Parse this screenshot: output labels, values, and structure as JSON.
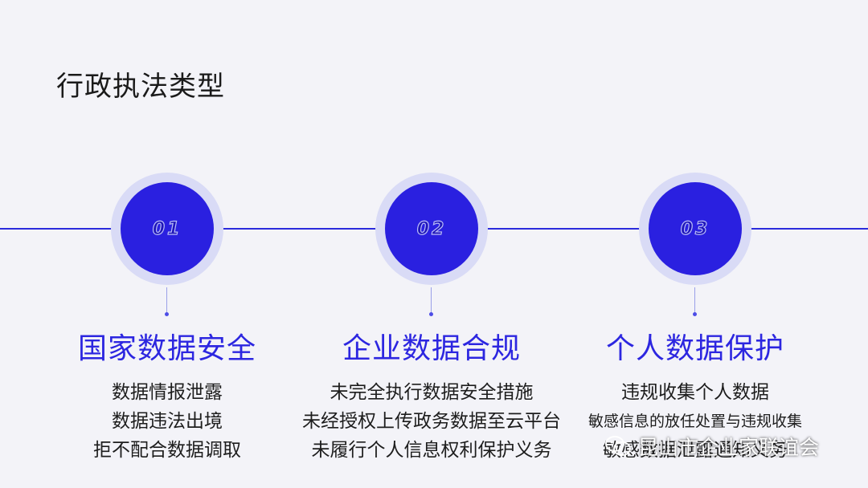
{
  "title": "行政执法类型",
  "nodes": [
    {
      "num": "01",
      "title": "国家数据安全",
      "items": [
        "数据情报泄露",
        "数据违法出境",
        "拒不配合数据调取"
      ]
    },
    {
      "num": "02",
      "title": "企业数据合规",
      "items": [
        "未完全执行数据安全措施",
        "未经授权上传政务数据至云平台",
        "未履行个人信息权利保护义务"
      ]
    },
    {
      "num": "03",
      "title": "个人数据保护",
      "items": [
        "违规收集个人数据",
        "敏感信息的放任处置与违规收集",
        "敏感数据泄露通知义务"
      ]
    }
  ],
  "watermark": {
    "text": "昆山市企业家联谊会",
    "icon": "wechat-icon"
  },
  "colors": {
    "accent": "#2a20e0",
    "ring": "#d9dbf6",
    "line": "#2b2bdc",
    "background": "#f3f3f8"
  }
}
